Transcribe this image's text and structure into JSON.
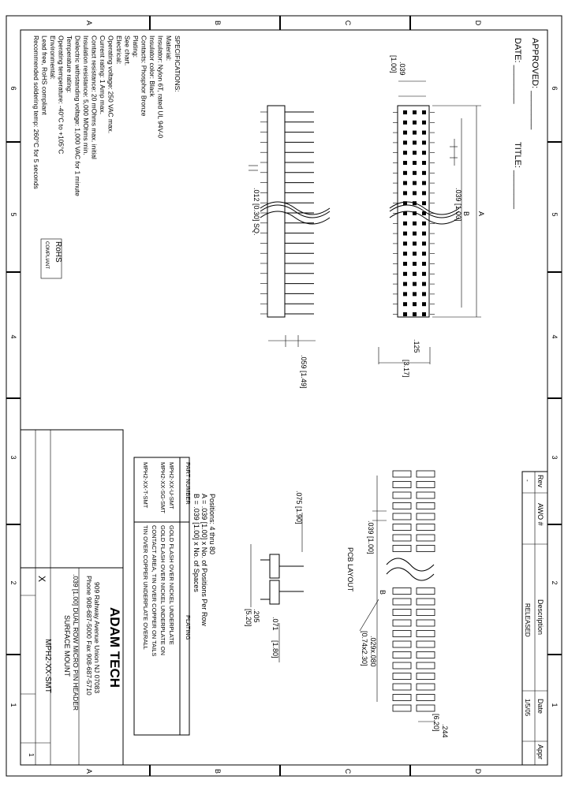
{
  "zone_letters": {
    "a": "A",
    "b": "B",
    "c": "C",
    "d": "D"
  },
  "zone_numbers": {
    "n6": "6",
    "n5": "5",
    "n4": "4",
    "n3": "3",
    "n2": "2",
    "n1": "1"
  },
  "header": {
    "approved": "APPROVED: ________",
    "date": "DATE: ________",
    "title": "TITLE: ________"
  },
  "specifications": {
    "heading": "SPECIFICATIONS:",
    "lines": [
      "Material:",
      "Insulator: Nylon 6T, rated UL 94V-0",
      "Insulator color: Black",
      "Contacts: Phosphor Bronze",
      "Plating:",
      "See chart.",
      "Electrical:",
      "Operating voltage: 250 VAC max.",
      "Current rating: 1 Amp max.",
      "Contact resistance: 20 mOhms max. initial",
      "Insulation resistance: 5,000 MOhms min.",
      "Dielectric withstanding voltage: 1,000 VAC for 1 minute",
      "Temperature rating:",
      "Operating temperature: -40°C to +105°C",
      "Environmental:",
      "Lead free, RoHS compliant",
      "Recommended soldering temp: 260°C for 5 seconds"
    ],
    "rohs_1": "RoHS",
    "rohs_2": "COMPLIANT"
  },
  "dimensions": {
    "pitch_039": ".039",
    "pitch_100": "[1.00]",
    "pitch_b": ".039 [1.00]",
    "dim_a": "A",
    "dim_b": "B",
    "pin_sq": ".012 [0.30] SQ.",
    "d125": ".125",
    "d317": "[3.17]",
    "d059": ".059 [1.49]",
    "d075": ".075 [1.90]",
    "d205": ".205",
    "d520": "[5.20]",
    "d071": ".071",
    "d180": "[1.80]",
    "pcb_039": ".039 [1.00]",
    "pcb_b": "B",
    "pcb_slot": ".029x.080",
    "pcb_slot_mm": "[0.74x2.30]",
    "pcb_244": ".244",
    "pcb_620": "[6.20]",
    "pcb_layout": "PCB LAYOUT"
  },
  "positions_note": {
    "line1": "Positions: 4 thru 80",
    "line2": "A = .039 [1.00] x No. of Positions Per Row",
    "line3": "B = .039 [1.00] x No. of Spaces"
  },
  "plating_table": {
    "col_part": "PART NUMBER",
    "col_plating": "PLATING",
    "rows": [
      {
        "part": "MPH2-XX-U-SMT",
        "plating": "GOLD FLASH OVER NICKEL UNDERPLATE",
        "plating2": ""
      },
      {
        "part": "MPH2-XX-SG-SMT",
        "plating": "GOLD FLASH OVER NICKEL UNDERPLATE ON",
        "plating2": "CONTACT AREA, TIN OVER COPPER ON TAILS"
      },
      {
        "part": "MPH2-XX-T-SMT",
        "plating": "TIN OVER COPPER UNDERPLATE OVERALL",
        "plating2": ""
      }
    ]
  },
  "revision_table": {
    "rev": "Rev",
    "awo": "AWO #",
    "description": "Description",
    "date": "Date",
    "appr": "Appr",
    "rev_value": "-",
    "description_value": "RELEASED",
    "date_value": "1/5/05"
  },
  "title_block": {
    "company": "ADAM TECH",
    "address": "909 Rahway Avenue Union NJ 07083",
    "phone": "Phone 908-687-5000 Fax 908-687-5710",
    "title1": ".039 [1.00] DUAL ROW MICRO PIN HEADER",
    "title2": "SURFACE MOUNT",
    "part_number": "MPH2-XX-SMT",
    "scale": "X",
    "sheet_mark": "1"
  },
  "colors": {
    "ink": "#000000",
    "paper": "#ffffff"
  }
}
